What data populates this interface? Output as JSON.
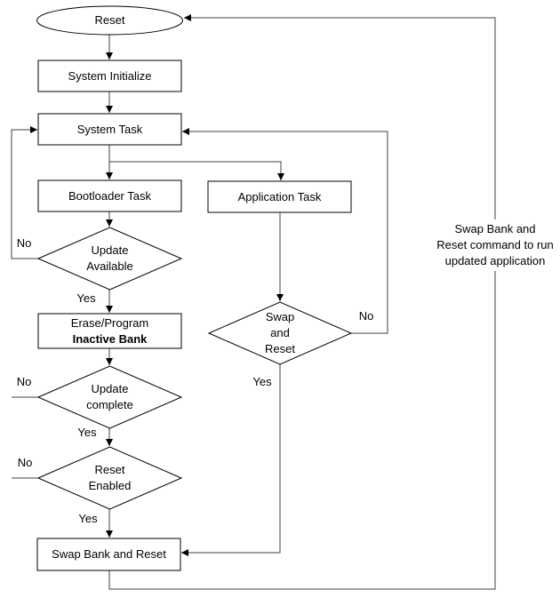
{
  "diagram": {
    "type": "flowchart",
    "nodes": {
      "reset": {
        "shape": "ellipse",
        "label": "Reset"
      },
      "system_initialize": {
        "shape": "rect",
        "label": "System Initialize"
      },
      "system_task": {
        "shape": "rect",
        "label": "System Task"
      },
      "bootloader_task": {
        "shape": "rect",
        "label": "Bootloader Task"
      },
      "application_task": {
        "shape": "rect",
        "label": "Application Task"
      },
      "update_available": {
        "shape": "diamond",
        "line1": "Update",
        "line2": "Available"
      },
      "erase_program_inactive_bank": {
        "shape": "rect",
        "line1": "Erase/Program",
        "line2": "Inactive Bank",
        "line2_bold": true
      },
      "update_complete": {
        "shape": "diamond",
        "line1": "Update",
        "line2": "complete"
      },
      "reset_enabled": {
        "shape": "diamond",
        "line1": "Reset",
        "line2": "Enabled"
      },
      "swap_bank_and_reset": {
        "shape": "rect",
        "label": "Swap Bank and Reset"
      },
      "swap_and_reset": {
        "shape": "diamond",
        "line1": "Swap",
        "line2": "and",
        "line3": "Reset"
      }
    },
    "edge_labels": {
      "update_available_no": "No",
      "update_available_yes": "Yes",
      "update_complete_no": "No",
      "update_complete_yes": "Yes",
      "reset_enabled_no": "No",
      "reset_enabled_yes": "Yes",
      "swap_and_reset_no": "No",
      "swap_and_reset_yes": "Yes"
    },
    "annotation": {
      "line1": "Swap Bank and",
      "line2": "Reset command to run",
      "line3": "updated application"
    },
    "colors": {
      "shape_border": "#000000",
      "connector_line": "#3f3f3f",
      "arrowhead": "#000000",
      "text": "#000000",
      "background": "#ffffff"
    }
  }
}
